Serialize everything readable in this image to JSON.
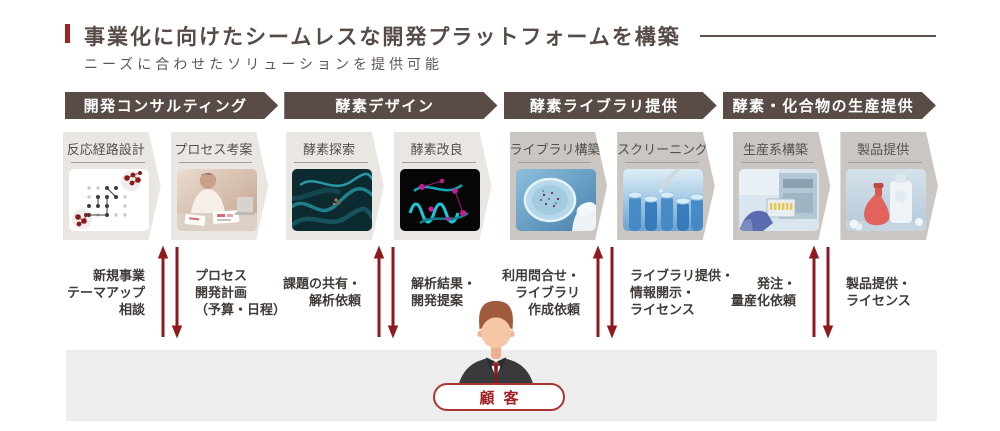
{
  "title": {
    "text": "事業化に向けたシームレスな開発プラットフォームを構築"
  },
  "subtitle": "ニーズに合わせたソリューションを提供可能",
  "colors": {
    "accent_red": "#a32126",
    "banner_brown": "#594c47",
    "card_light": "#eae6e2",
    "card_dark": "#ccc6c2",
    "arrow_red": "#8e1a1f",
    "band_gray": "#ededed"
  },
  "phases": [
    {
      "label": "開発コンサルティング",
      "steps": [
        {
          "label": "反応経路設計"
        },
        {
          "label": "プロセス考案"
        }
      ]
    },
    {
      "label": "酵素デザイン",
      "steps": [
        {
          "label": "酵素探索"
        },
        {
          "label": "酵素改良"
        }
      ]
    },
    {
      "label": "酵素ライブラリ提供",
      "steps": [
        {
          "label": "ライブラリ構築"
        },
        {
          "label": "スクリーニング"
        }
      ]
    },
    {
      "label": "酵素・化合物の生産提供",
      "steps": [
        {
          "label": "生産系構築"
        },
        {
          "label": "製品提供"
        }
      ]
    }
  ],
  "exchanges": [
    {
      "request_lines": [
        "新規事業",
        "テーマアップ",
        "相談"
      ],
      "response_lines": [
        "プロセス",
        "開発計画",
        "（予算・日程）"
      ]
    },
    {
      "request_lines": [
        "課題の共有・",
        "解析依頼"
      ],
      "response_lines": [
        "解析結果・",
        "開発提案"
      ]
    },
    {
      "request_lines": [
        "利用問合せ・",
        "ライブラリ",
        "作成依頼"
      ],
      "response_lines": [
        "ライブラリ提供・",
        "情報開示・",
        "ライセンス"
      ]
    },
    {
      "request_lines": [
        "発注・",
        "量産化依頼"
      ],
      "response_lines": [
        "製品提供・",
        "ライセンス"
      ]
    }
  ],
  "customer": {
    "label": "顧客"
  }
}
